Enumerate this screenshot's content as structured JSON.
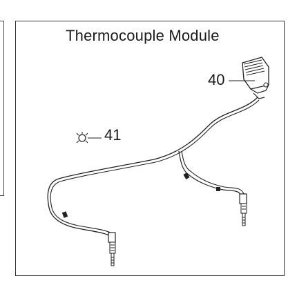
{
  "diagram": {
    "title": "Thermocouple Module",
    "callouts": [
      {
        "id": "40",
        "label": "40"
      },
      {
        "id": "41",
        "label": "41"
      }
    ],
    "colors": {
      "line": "#222222",
      "frame": "#333333"
    }
  }
}
